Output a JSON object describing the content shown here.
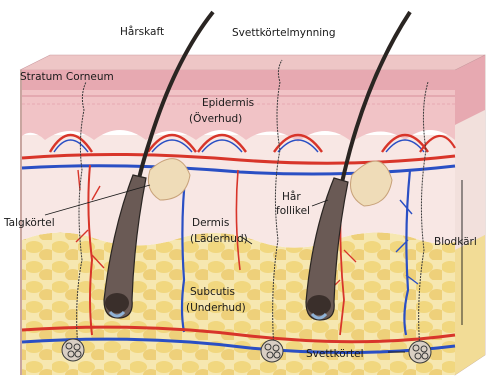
{
  "labels": {
    "harskaft": "Hårskaft",
    "svettkortelmynning": "Svettkörtelmynning",
    "stratum_corneum": "Stratum Corneum",
    "epidermis": "Epidermis",
    "overhud": "(Överhud)",
    "talgkortel": "Talgkörtel",
    "dermis": "Dermis",
    "laderhud": "(Läderhud)",
    "har": "Hår",
    "follikel": "follikel",
    "blodkarl": "Blodkärl",
    "subcutis": "Subcutis",
    "underhud": "(Underhud)",
    "svettkortel": "Svettkörtel"
  },
  "colors": {
    "epidermis": "#f2c4c4",
    "epidermis_dark": "#e9a8b0",
    "dermis": "#f7e6e4",
    "subcutis_fat": "#f3dc8a",
    "artery": "#d8352a",
    "vein": "#2a4fc4",
    "hair": "#2a2522"
  }
}
